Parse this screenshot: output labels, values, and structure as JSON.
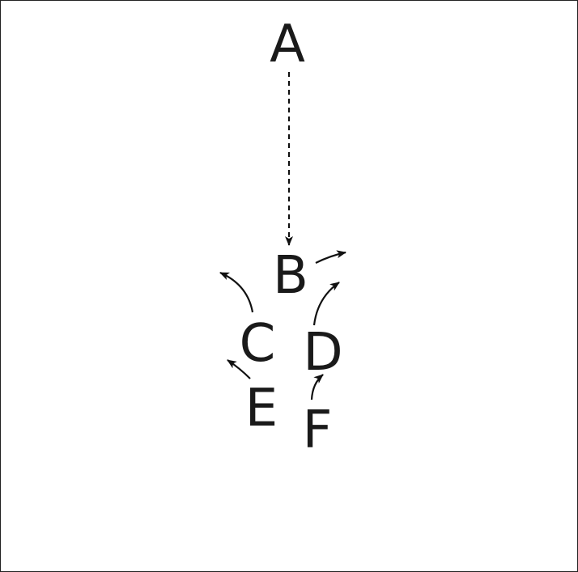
{
  "diagram": {
    "nodes": [
      {
        "id": "A",
        "label": "A"
      },
      {
        "id": "B",
        "label": "B"
      },
      {
        "id": "C",
        "label": "C"
      },
      {
        "id": "D",
        "label": "D"
      },
      {
        "id": "E",
        "label": "E"
      },
      {
        "id": "F",
        "label": "F"
      }
    ],
    "edges": [
      {
        "from": "A",
        "to": "B",
        "style": "dashed"
      },
      {
        "from": "B",
        "to": "",
        "style": "solid"
      },
      {
        "from": "C",
        "to": "",
        "style": "solid"
      },
      {
        "from": "D",
        "to": "",
        "style": "solid"
      },
      {
        "from": "E",
        "to": "",
        "style": "solid"
      },
      {
        "from": "F",
        "to": "D",
        "style": "solid"
      }
    ],
    "colors": {
      "line": "#111111",
      "text": "#1a1a1a",
      "border": "#222222",
      "background": "#ffffff"
    }
  }
}
